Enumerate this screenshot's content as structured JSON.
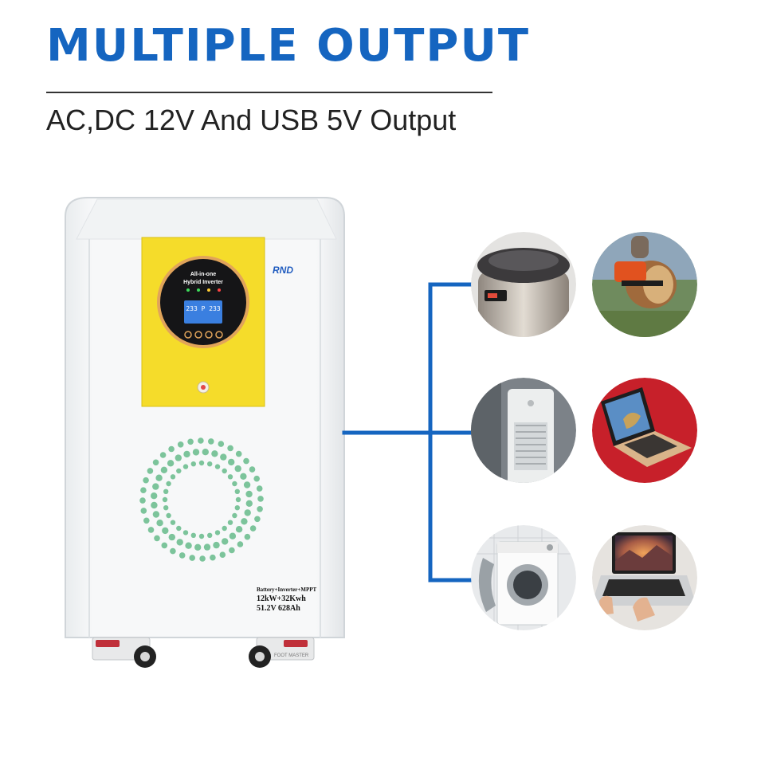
{
  "headline": "MULTIPLE OUTPUT",
  "subheadline": "AC,DC 12V And USB 5V Output",
  "unit": {
    "brand": "RND",
    "display_line1": "All-in-one",
    "display_line2": "Hybrid Inverter",
    "lcd_readout": "233 P 233",
    "spec_line1": "Battery+Inverter+MPPT",
    "spec_line2": "12kW+32Kwh",
    "spec_line3": "51.2V 628Ah",
    "caster_label": "FOOT MASTER"
  },
  "devices": [
    {
      "name": "rice-cooker-icon"
    },
    {
      "name": "chainsaw-icon"
    },
    {
      "name": "air-conditioner-icon"
    },
    {
      "name": "laptop-icon"
    },
    {
      "name": "washing-machine-icon"
    },
    {
      "name": "laptop-typing-icon"
    }
  ],
  "colors": {
    "brand_blue": "#1565c0",
    "panel_yellow": "#f5dc2a",
    "vent_green": "#7cc49b",
    "connector_blue": "#1565c0"
  }
}
